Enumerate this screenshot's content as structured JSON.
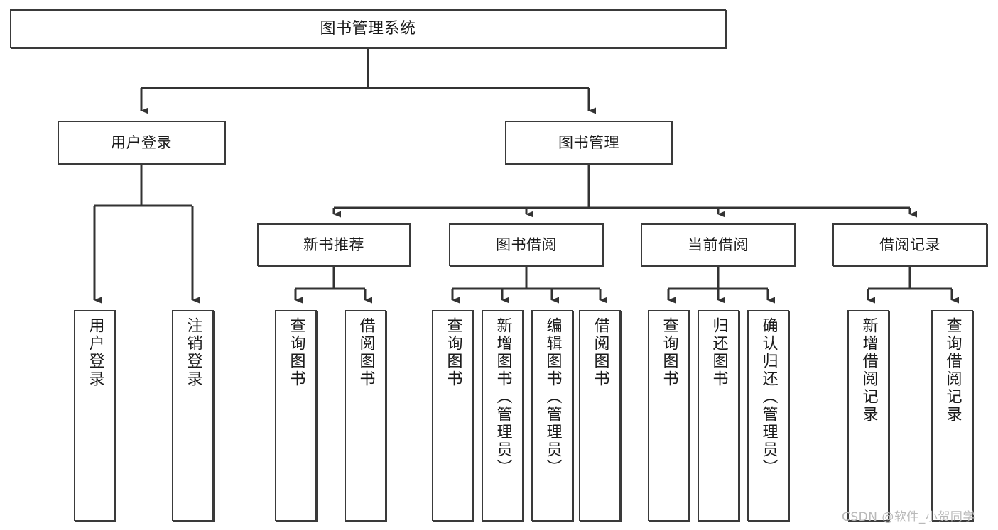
{
  "diagram": {
    "title": "图书管理系统",
    "type": "hierarchy-tree",
    "levels": 4,
    "colors": {
      "box_border": "#3a3a3a",
      "box_fill": "#ffffff",
      "connector": "#333333",
      "text": "#1a1a1a",
      "watermark": "#b9b9b9"
    },
    "root": {
      "label": "图书管理系统"
    },
    "level2": [
      {
        "label": "用户登录"
      },
      {
        "label": "图书管理"
      }
    ],
    "level3": [
      {
        "label": "新书推荐"
      },
      {
        "label": "图书借阅"
      },
      {
        "label": "当前借阅"
      },
      {
        "label": "借阅记录"
      }
    ],
    "leaves": {
      "user_login": [
        {
          "label": "用户登录"
        },
        {
          "label": "注销登录"
        }
      ],
      "new_book_recommend": [
        {
          "label": "查询图书"
        },
        {
          "label": "借阅图书"
        }
      ],
      "book_borrow": [
        {
          "label": "查询图书"
        },
        {
          "label": "新增图书（管理员）"
        },
        {
          "label": "编辑图书（管理员）"
        },
        {
          "label": "借阅图书"
        }
      ],
      "current_borrow": [
        {
          "label": "查询图书"
        },
        {
          "label": "归还图书"
        },
        {
          "label": "确认归还（管理员）"
        }
      ],
      "borrow_record": [
        {
          "label": "新增借阅记录"
        },
        {
          "label": "查询借阅记录"
        }
      ]
    }
  },
  "watermark": {
    "text": "CSDN @软件_小贺同学"
  }
}
